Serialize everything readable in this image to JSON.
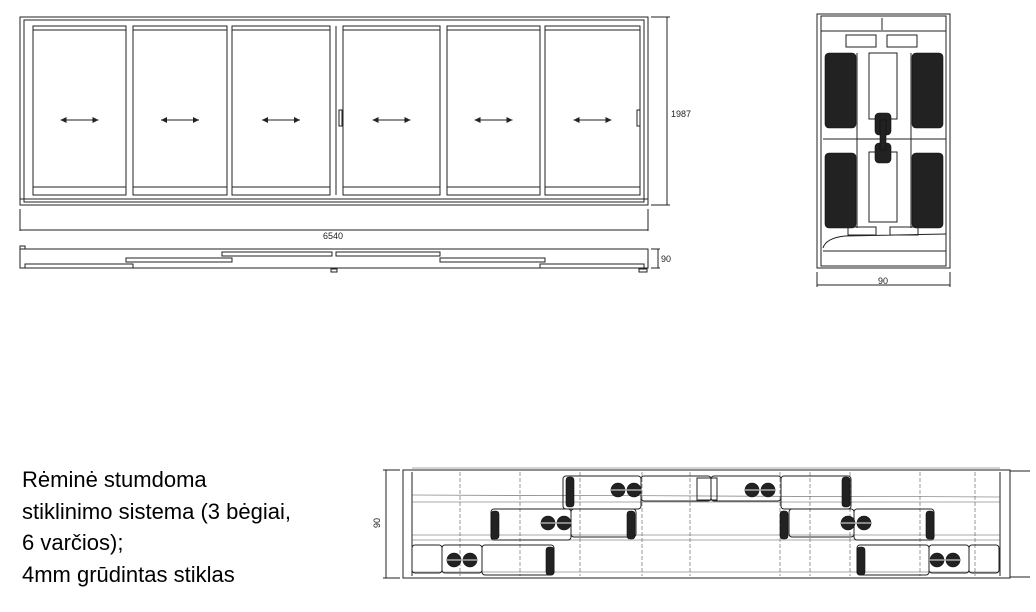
{
  "elevation": {
    "width_dim": "6540",
    "height_dim": "1987",
    "panels": 6
  },
  "plan": {
    "depth_dim": "90"
  },
  "section_vertical": {
    "width_dim": "90"
  },
  "section_horizontal": {
    "depth_dim": "90"
  },
  "description": {
    "lines": [
      "Rėminė stumdoma",
      "stiklinimo sistema (3 bėgiai,",
      "6 varčios);",
      "4mm grūdintas stiklas"
    ]
  }
}
